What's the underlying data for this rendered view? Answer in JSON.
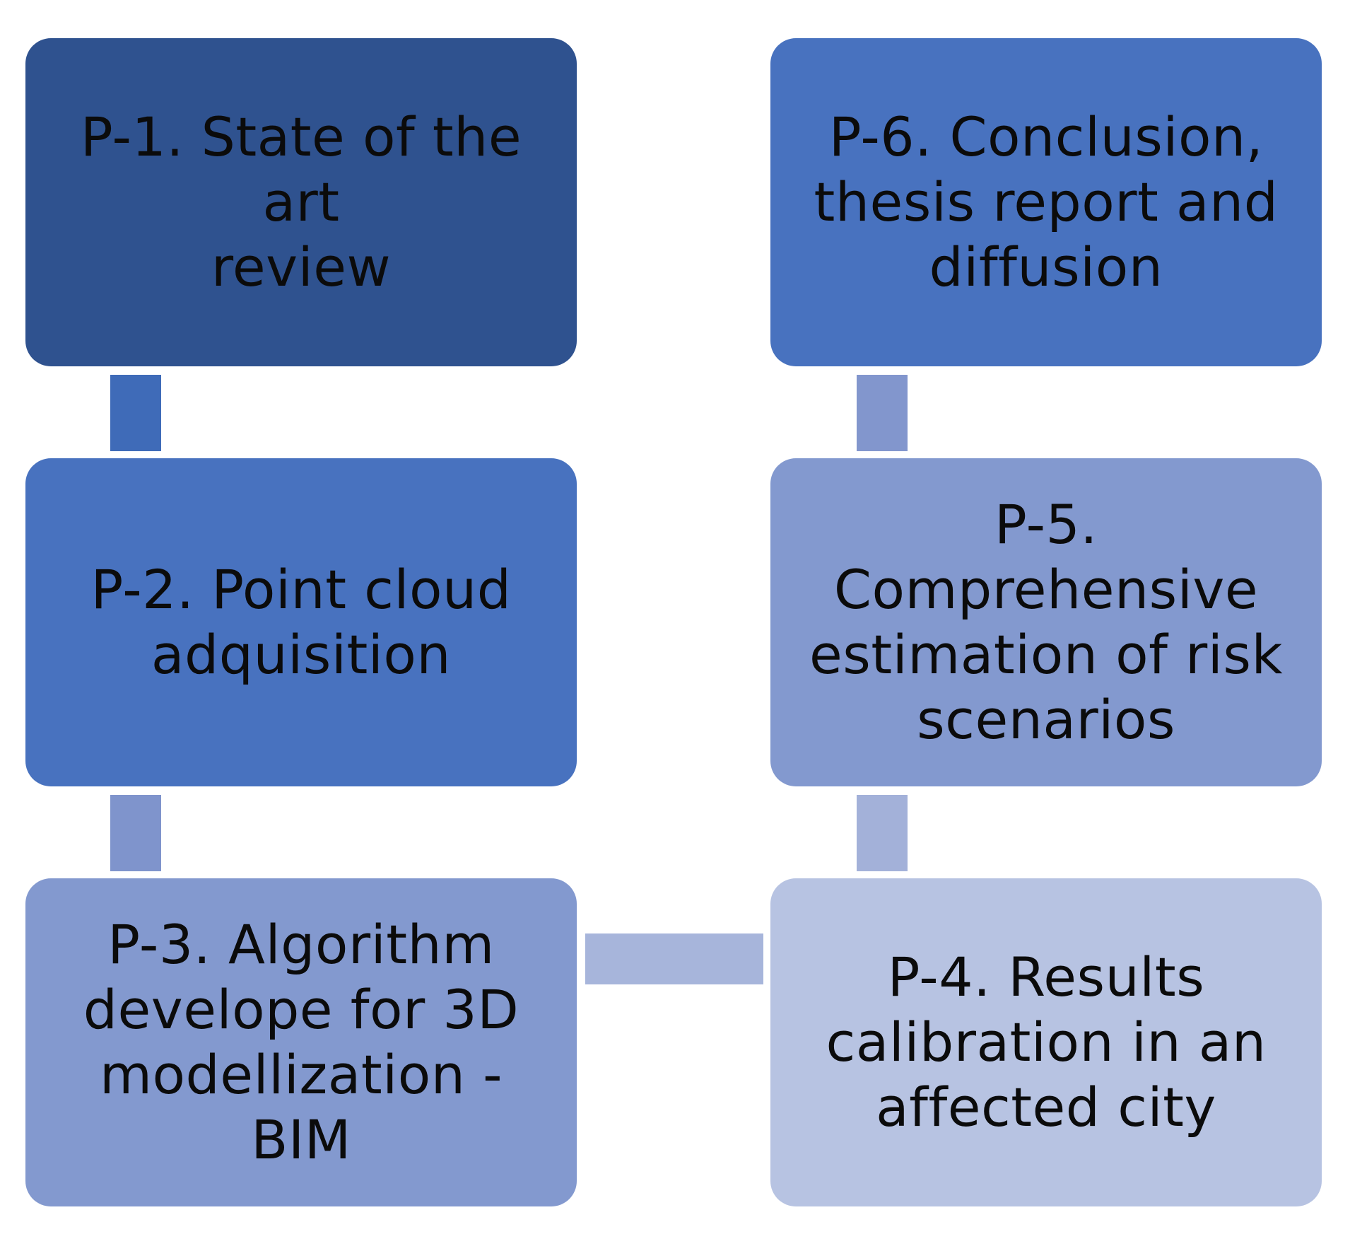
{
  "steps": [
    {
      "id": "p1",
      "label": "P-1. State of the art\nreview",
      "color": "#2f528f"
    },
    {
      "id": "p2",
      "label": "P-2. Point cloud\nadquisition",
      "color": "#4872bf"
    },
    {
      "id": "p3",
      "label": "P-3. Algorithm\ndevelope for 3D\nmodellization - BIM",
      "color": "#8399cf"
    },
    {
      "id": "p4",
      "label": "P-4. Results\ncalibration in an\naffected city",
      "color": "#b7c3e2"
    },
    {
      "id": "p5",
      "label": "P-5. Comprehensive\nestimation of risk\nscenarios",
      "color": "#8399cf"
    },
    {
      "id": "p6",
      "label": "P-6. Conclusion,\nthesis report and\ndiffusion",
      "color": "#4872bf"
    }
  ],
  "connectors": [
    {
      "from": "p1",
      "to": "p2",
      "color": "#3f6bb8"
    },
    {
      "from": "p2",
      "to": "p3",
      "color": "#7f94cc"
    },
    {
      "from": "p3",
      "to": "p4",
      "color": "#a7b5db"
    },
    {
      "from": "p4",
      "to": "p5",
      "color": "#a3b1d9"
    },
    {
      "from": "p5",
      "to": "p6",
      "color": "#8296cd"
    }
  ]
}
